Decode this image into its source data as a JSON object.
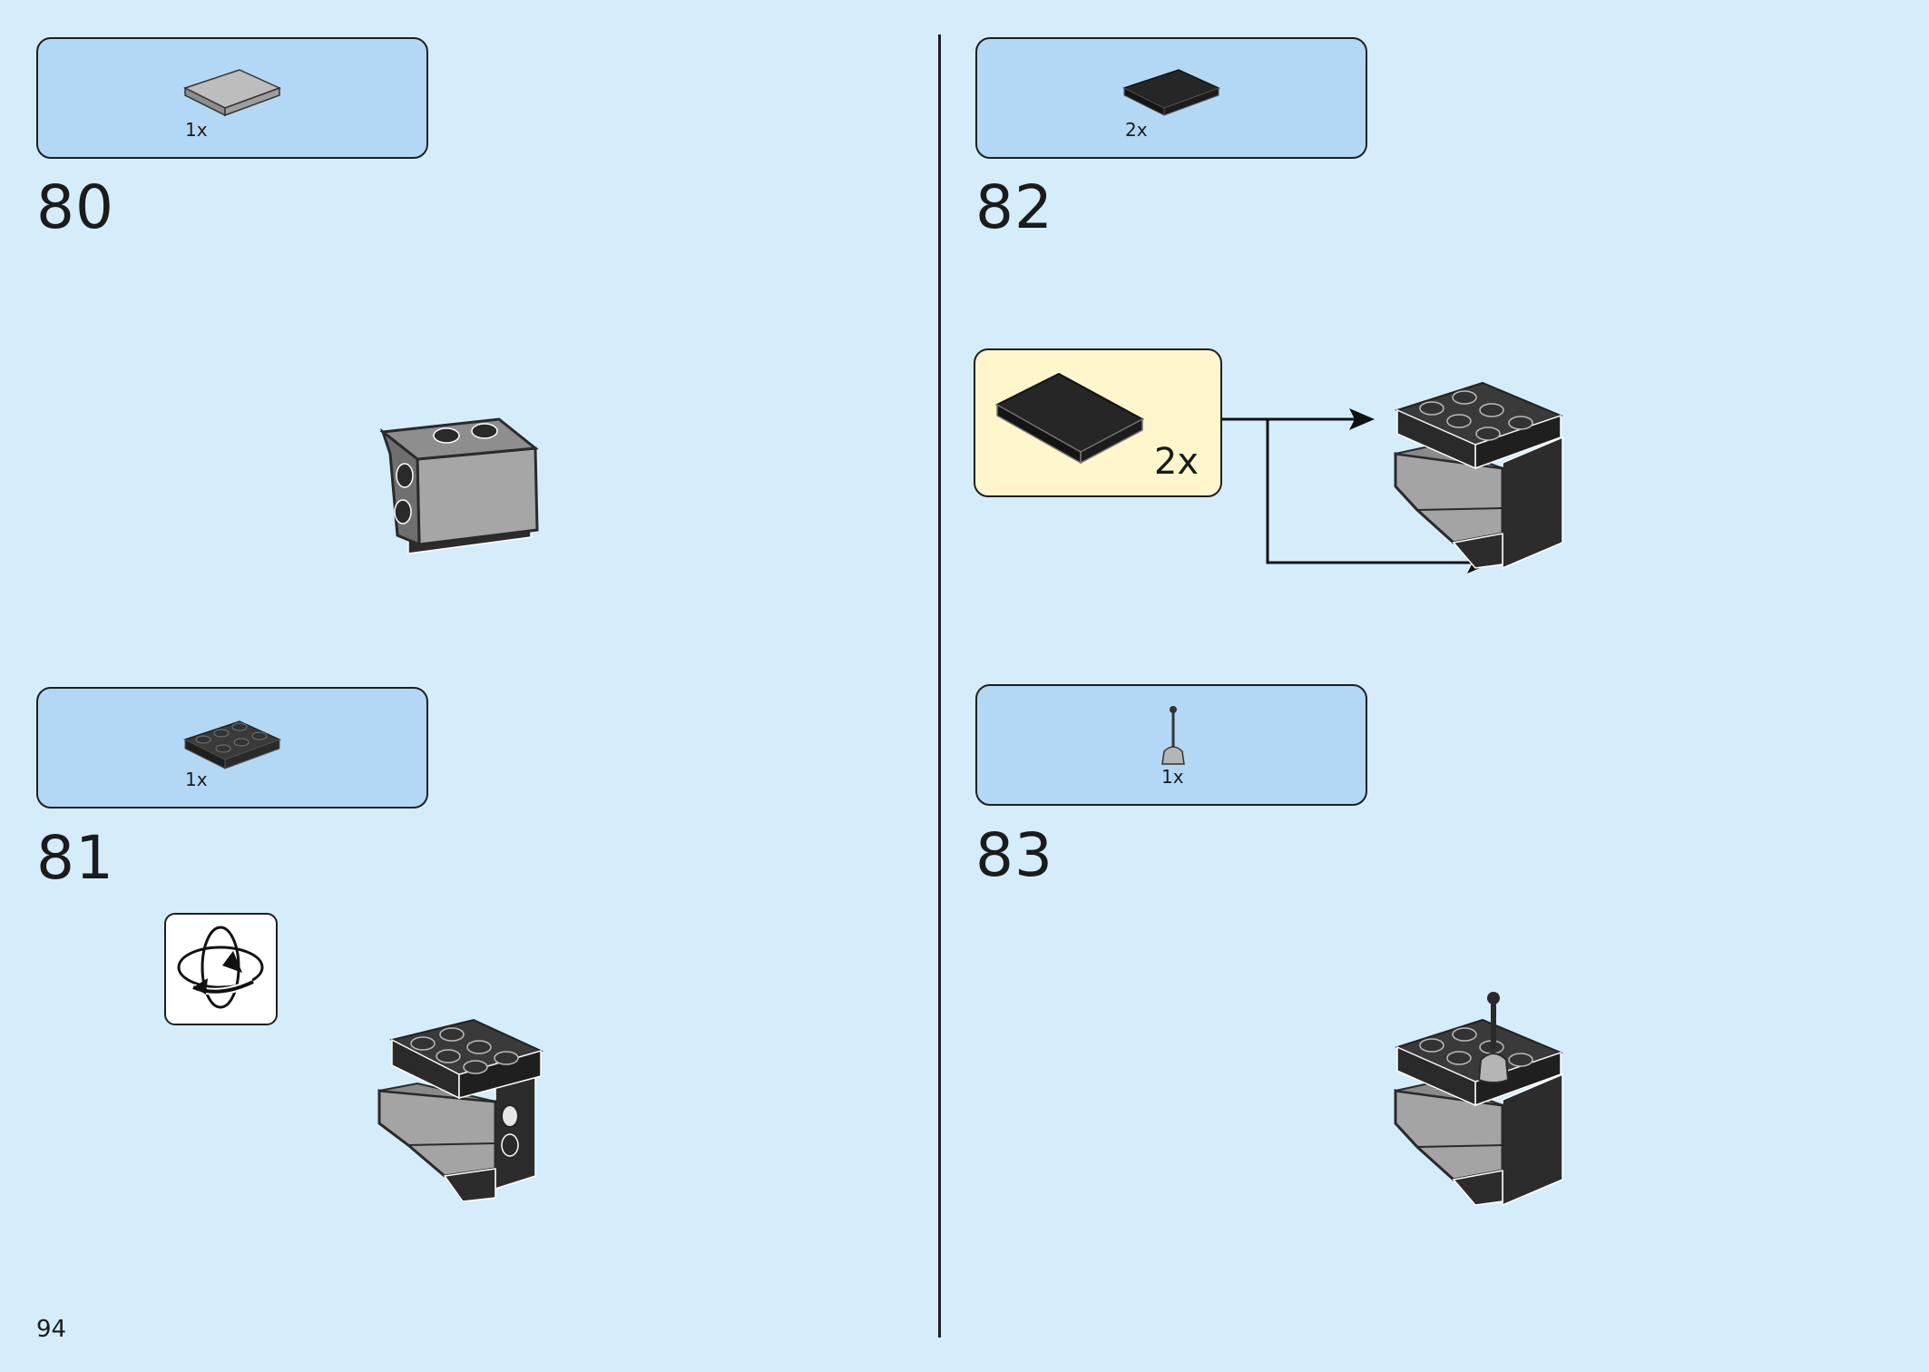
{
  "page_number": "94",
  "steps": [
    {
      "number": "80",
      "part_qty": "1x"
    },
    {
      "number": "81",
      "part_qty": "1x"
    },
    {
      "number": "82",
      "part_qty": "2x",
      "callout_qty": "2x"
    },
    {
      "number": "83",
      "part_qty": "1x"
    }
  ],
  "colors": {
    "background": "#d5edfb",
    "parts_panel": "#b3d8f5",
    "callout_panel": "#fff6cc",
    "brick_black": "#2a2a2a",
    "brick_gray": "#a9a9a9"
  }
}
